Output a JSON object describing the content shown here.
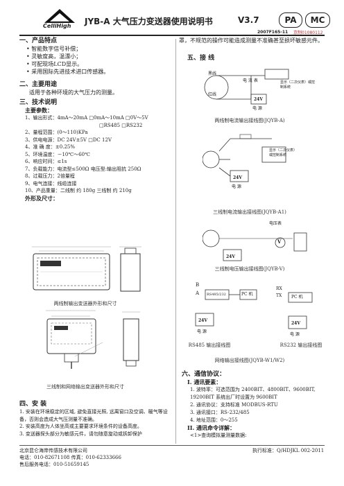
{
  "header": {
    "brand": "CelliHigh",
    "title": "JYB-A  大气压力变送器使用说明书",
    "version": "V3.7",
    "pa_logo": "PA",
    "mc_logo": "MC",
    "cert_left": "2007F165-11",
    "cert_right": "京制01080112"
  },
  "left": {
    "s1_title": "一、产品特点",
    "s1_items": [
      "智能数字信号补偿；",
      "灵敏度高，温漂小；",
      "可配现场LCD显示。",
      "采用国际先进技术进口传感器。"
    ],
    "s2_title": "二、主要用途",
    "s2_text": "适用于各种环境的大气压力的测量。",
    "s3_title": "三、技术说明",
    "s3_sub": "主要参数：",
    "p1": "1、输出形式：4mA～20mA  □0mA～10mA     □0V～5V",
    "p1b": "□RS485           □RS232",
    "p2": "2、量程范围：(0～110)KPa",
    "p3": "3、供电电源：DC 24V±5V   □DC 12V",
    "p4": "4、准 确 度：±0.25%",
    "p5": "5、环境温度：－10℃～60℃",
    "p6": "6、响应时间：≤1s",
    "p7": "7、负载能力：电流型≤500Ω 电压型:输出阻抗 250Ω",
    "p8": "8、过载压力：2倍量程",
    "p9": "9、电气连接：线缆连接",
    "p10": "10、产品重量：二线制 约 180g   三线制 约 210g",
    "dim_title": "外形及尺寸：",
    "fig1_caption": "两线制输出变送器外形和尺寸",
    "fig2_caption": "三线制和网络输出变送器外形和尺寸",
    "s4_title": "四、安 装",
    "s4_1": "1. 安装在环境稳定的区域, 避免直接光照, 远离窗口及空调、暖气等设备，否则会造成大气压测量不准确。",
    "s4_2": "2. 安装高度为人体坐高或主要要求环境条件的设备高度。",
    "s4_3": "3. 变送器探头部分为敏感元件，请勿随意旋动或拆卸保护"
  },
  "right": {
    "cont": "罩，不规范的操作可能造成测量不准确甚至损坏敏感元件。",
    "s5_title": "五、接 线",
    "d1_caption": "两线制电流输出接线图(JQYB-A)",
    "d2_caption": "三线制电流输出接线图(JQYB-A1)",
    "d3_caption": "三线制电压输出接线图(JQYB-V)",
    "d4a_caption": "RS485 输出接线图",
    "d4b_caption": "RS232 输出接线图",
    "d4_caption": "网络输出接线图(JQYB-W1/W2)",
    "lbl_black": "黑线",
    "lbl_red": "红线",
    "lbl_ammeter": "电 流 表",
    "lbl_display": "显示（二次仪表）或控制系统",
    "lbl_psu": "电 源",
    "lbl_24v": "24V",
    "lbl_volt": "电压表",
    "lbl_v": "V",
    "lbl_rs485": "RS485/232",
    "lbl_pc": "PC 机",
    "lbl_rx": "RX",
    "lbl_tx": "TX",
    "lbl_a": "A",
    "lbl_b": "B",
    "s6_title": "六、通信协议：",
    "s6_sub1": "I. 通讯要素：",
    "c1": "1. 波特率：可选范围为 2400BIT、4800BIT、9600BIT, 19200BIT 系统出厂时设置为 9600BIT",
    "c2": "2. 通讯协议：支持标准 MODBUS-RTU",
    "c3": "3. 通讯接口：RS-232/485",
    "c4": "4. 地址范围：0～255",
    "s6_sub2": "II. 通讯命令详解：",
    "c5": "<1>查询模拟量测量数据:"
  },
  "footer": {
    "company": "北京昆仑海岸传感技术有限公司",
    "phone": "电话：010-82671108  传真：010-62333666",
    "service": "售后服务电话：010-51659145",
    "standard": "执行标准：Q/HDJKL 002-2011"
  }
}
